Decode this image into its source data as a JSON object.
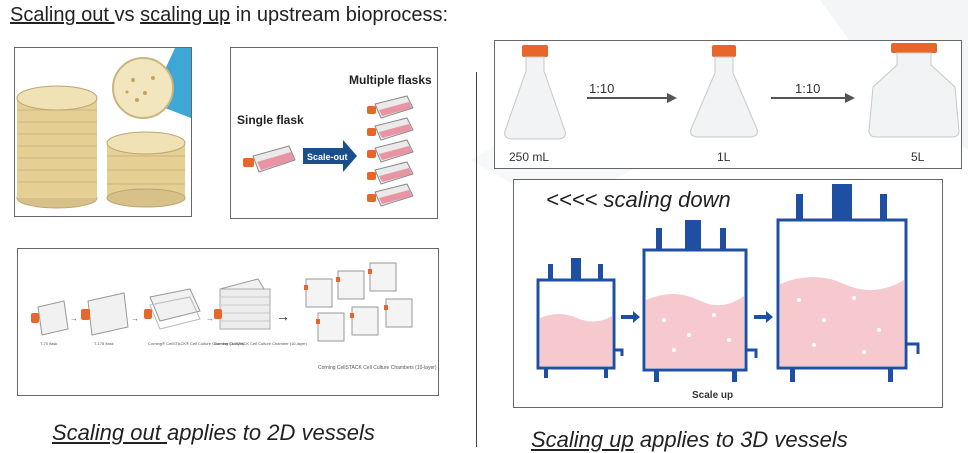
{
  "title": {
    "scaling_out": "Scaling out ",
    "vs": "vs ",
    "scaling_up": "scaling up",
    "rest": " in upstream bioprocess:"
  },
  "flask_panel": {
    "single_label": "Single flask",
    "multiple_label": "Multiple flasks",
    "arrow_label": "Scale-out"
  },
  "flask_sequence": {
    "labels": [
      "T-75 flask",
      "T-175 flask",
      "Corning® CellSTACK® Cell Culture Chamber (1-layer)",
      "Corning CellSTACK Cell Culture Chamber (10-layer)",
      "Corning CellSTACK Cell Culture Chambers (10-layer)"
    ]
  },
  "erlenmeyer": {
    "ratio1": "1:10",
    "ratio2": "1:10",
    "vol1": "250 mL",
    "vol2": "1L",
    "vol3": "5L"
  },
  "bioreactor": {
    "scaling_down": "<<<< scaling down",
    "scale_up": "Scale up"
  },
  "captions": {
    "left_underlined": "Scaling out ",
    "left_rest": "applies to 2D vessels",
    "right_underlined": "Scaling up",
    "right_rest": " applies to 3D vessels"
  },
  "colors": {
    "cap_orange": "#e8662a",
    "reactor_blue": "#1f4fa3",
    "medium_pink": "#f6c9cf",
    "agar": "#e9d29a",
    "scaleout_arrow": "#1b4f8a"
  }
}
